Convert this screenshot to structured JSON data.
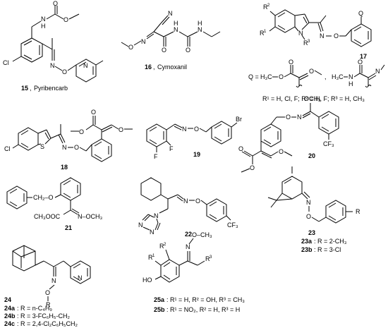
{
  "compounds": {
    "c15": {
      "number": "15",
      "name": "Pyribencarb",
      "atoms": {
        "nh": "N",
        "h": "H",
        "o1": "O",
        "o2": "O",
        "cl": "Cl",
        "n": "N",
        "o3": "O",
        "npy": "N"
      }
    },
    "c16": {
      "number": "16",
      "name": "Cymoxanil",
      "atoms": {
        "n1": "N",
        "o1": "O",
        "n2": "N",
        "o2": "O",
        "nh1": "N",
        "h1": "H",
        "nh2": "N",
        "h2": "H",
        "o3": "O"
      }
    },
    "c17": {
      "number": "17",
      "atoms": {
        "r2": "R",
        "r2sup": "2",
        "r1": "R",
        "r1sup": "1",
        "n": "N",
        "r3": "R",
        "r3sup": "3",
        "n2": "N",
        "o": "O",
        "q": "Q"
      },
      "q_label": "Q = ",
      "q_option1": "H₃C",
      "q_option1_o1": "O",
      "q_option1_o2": "O",
      "q_option1_o3": "O",
      "q_option2": "H₃C",
      "q_option2_nh": "N",
      "q_option2_h": "H",
      "q_option2_n": "N",
      "q_option2_o": "O",
      "q_sep": ",",
      "r_defs": "R¹ = H, Cl, F;  R² = H, F; R³ = H, CH₃"
    },
    "c18": {
      "number": "18",
      "atoms": {
        "cl": "Cl",
        "s": "S",
        "o1": "O",
        "o2": "O",
        "o3": "O",
        "n": "N",
        "o4": "O"
      }
    },
    "c19": {
      "number": "19",
      "atoms": {
        "n": "N",
        "o": "O",
        "br": "Br",
        "f1": "F",
        "f2": "F"
      }
    },
    "c20": {
      "number": "20",
      "atoms": {
        "och3": "OCH₃",
        "o": "O",
        "n": "N",
        "cf3": "CF₃",
        "o2": "O",
        "o3": "O",
        "o4": "O"
      }
    },
    "c21": {
      "number": "21",
      "atoms": {
        "ch2o": "CH₂–O",
        "ester": "CH₃OOC",
        "noch3": "N–OCH₃"
      }
    },
    "c22": {
      "number": "22",
      "atoms": {
        "n1": "N",
        "n2": "N",
        "n3": "N",
        "no": "N",
        "o": "O",
        "cf3": "CF₃"
      }
    },
    "c23": {
      "number": "23",
      "atoms": {
        "n": "N",
        "o": "O",
        "r": "R"
      },
      "variants": [
        {
          "id": "23a",
          "text": ": R = 2-CH₃"
        },
        {
          "id": "23b",
          "text": ": R = 3-Cl"
        }
      ]
    },
    "c24": {
      "number": "24",
      "atoms": {
        "n": "N",
        "o": "O",
        "r": "R",
        "npy": "N"
      },
      "variants": [
        {
          "id": "24a",
          "text": ": R = n-C₄H₉"
        },
        {
          "id": "24b",
          "text": ": R = 3-FC₆H₅-CH₂"
        },
        {
          "id": "24c",
          "text": ": R = 2,4-Cl₂C₆H₅CH₂"
        }
      ]
    },
    "c25": {
      "atoms": {
        "o": "O–CH₃",
        "n": "N",
        "r1": "R",
        "r1sup": "1",
        "r2": "R",
        "r2sup": "2",
        "r3": "R",
        "r3sup": "3",
        "ho": "HO"
      },
      "variants": [
        {
          "id": "25a",
          "text": ": R¹ = H, R² = OH, R³ = CH₃"
        },
        {
          "id": "25b",
          "text": ": R¹ = NO₂, R² = H, R³ = H"
        }
      ]
    }
  }
}
